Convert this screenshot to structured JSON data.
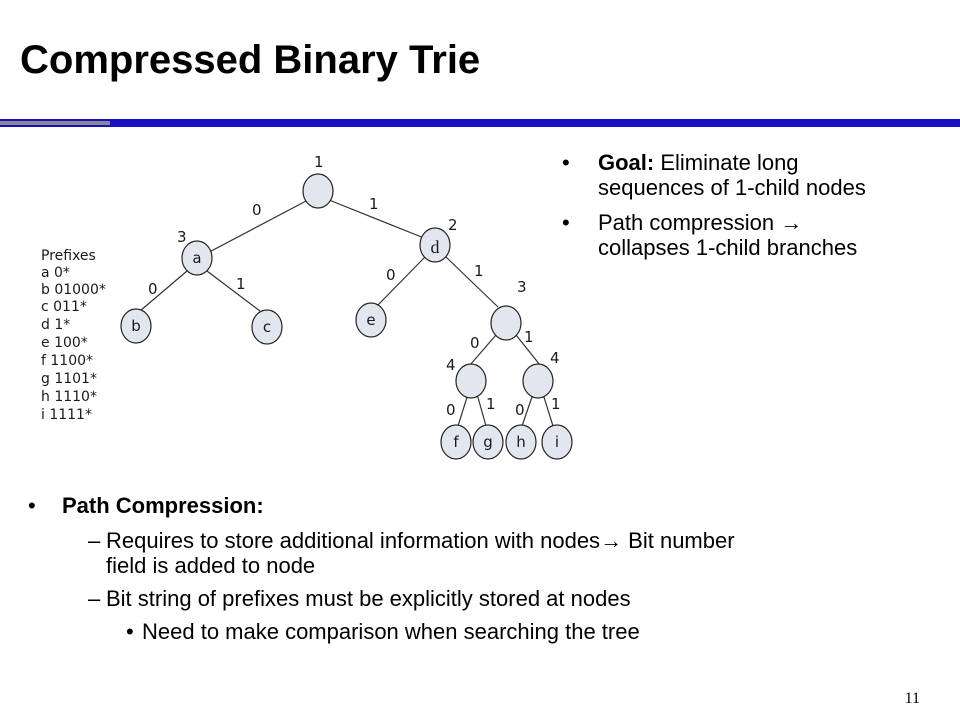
{
  "slide": {
    "title": "Compressed Binary Trie",
    "page_number": "11"
  },
  "colors": {
    "title_bar_blue": "#1a10c8",
    "title_bar_grey": "#8a8a8a",
    "node_fill": "#e2e6ef",
    "node_stroke": "#222222",
    "edge": "#333333"
  },
  "right_bullets": [
    {
      "label": "Goal:",
      "line1": " Eliminate long",
      "line2": "sequences of 1-child nodes"
    },
    {
      "label": "",
      "line1": "Path compression ",
      "arrow": "→",
      "line2": "collapses 1-child branches"
    }
  ],
  "bottom_bullets": {
    "heading": "Path Compression:",
    "items": [
      {
        "line1": "Requires to store additional information with nodes",
        "arrow": "→",
        "line1b": " Bit number",
        "line2": "field is added to node"
      },
      {
        "line1": "Bit string of prefixes must be explicitly stored at nodes"
      }
    ],
    "subitem": "Need to make comparison when searching the tree"
  },
  "diagram": {
    "prefixes_heading": "Prefixes",
    "prefixes": [
      "a 0*",
      "b 01000*",
      "c 011*",
      "d 1*",
      "e 100*",
      "f 1100*",
      "g 1101*",
      "h 1110*",
      "i 1111*"
    ],
    "node_labels": {
      "root": "",
      "a": "a",
      "d": "d",
      "e": "e",
      "b": "b",
      "c": "c",
      "n3": "",
      "n4l": "",
      "n4r": "",
      "f": "f",
      "g": "g",
      "h": "h",
      "i": "i"
    },
    "bit_numbers": {
      "root": "1",
      "a": "3",
      "d": "2",
      "n3": "3",
      "n4l": "4",
      "n4r": "4"
    },
    "edge_labels": {
      "root_a": "0",
      "root_d": "1",
      "a_b": "0",
      "a_c": "1",
      "d_e": "0",
      "d_n3": "1",
      "n3_n4l": "0",
      "n3_n4r": "1",
      "n4l_f": "0",
      "n4l_g": "1",
      "n4r_h": "0",
      "n4r_i": "1"
    }
  }
}
